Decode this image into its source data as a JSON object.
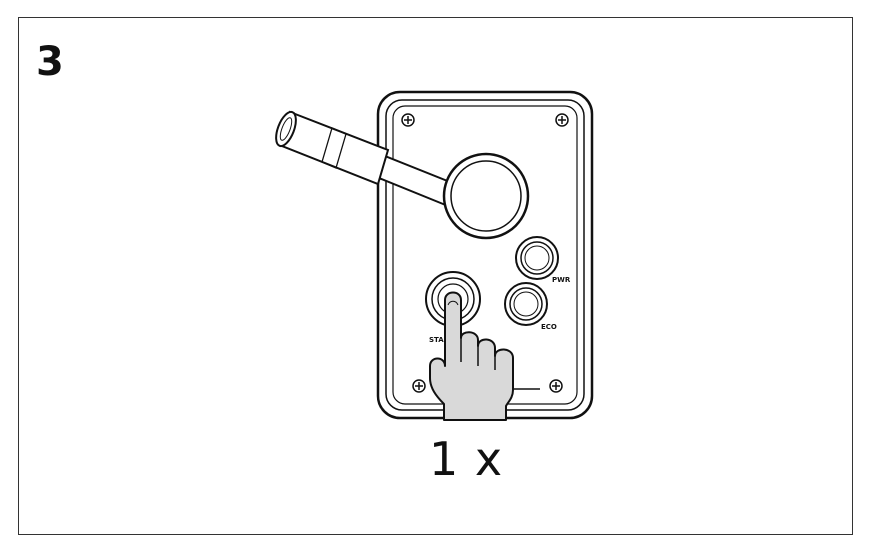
{
  "step": {
    "number": "3"
  },
  "instruction": {
    "count": "1 x"
  },
  "panel": {
    "buttons": [
      {
        "label": "PWR"
      },
      {
        "label": "ECO"
      },
      {
        "label": "STA"
      }
    ]
  },
  "icons": [
    "control-lever-icon",
    "control-panel-icon",
    "screw-icon",
    "hand-pointer-icon"
  ],
  "colors": {
    "outline": "#111111",
    "hand_fill": "#d9d9d9",
    "background": "#ffffff"
  }
}
